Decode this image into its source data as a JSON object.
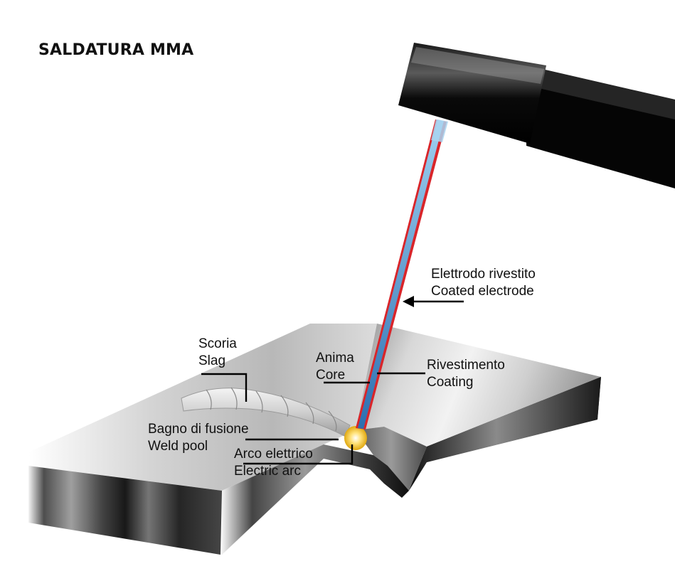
{
  "title": "SALDATURA MMA",
  "labels": {
    "coated_electrode": {
      "it": "Elettrodo rivestito",
      "en": "Coated electrode"
    },
    "slag": {
      "it": "Scoria",
      "en": "Slag"
    },
    "core": {
      "it": "Anima",
      "en": "Core"
    },
    "coating": {
      "it": "Rivestimento",
      "en": "Coating"
    },
    "weld_pool": {
      "it": "Bagno di fusione",
      "en": "Weld pool"
    },
    "electric_arc": {
      "it": "Arco elettrico",
      "en": "Electric arc"
    }
  },
  "colors": {
    "electrode_coating": "#d9252a",
    "electrode_core": "#3a7fc0",
    "arc_glow": "#f2c230",
    "holder": "#0a0a0a",
    "leader_lines": "#000000"
  }
}
